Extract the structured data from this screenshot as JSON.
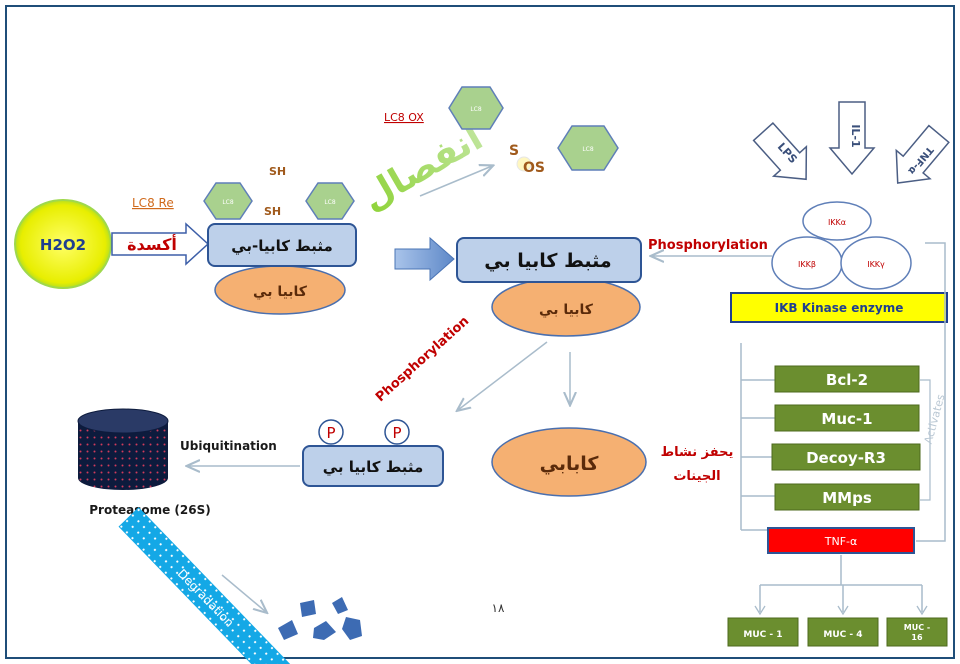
{
  "slide_number": "١٨",
  "h2o2": "H2O2",
  "oxidation": "أكسدة",
  "lc8_re": "LC8 Re",
  "lc8": "LC8",
  "sh": "SH",
  "sh_2": "SH",
  "stabilizer_label_left": "مثبط كابيا-بي",
  "kappa_b": "كابيا بي",
  "separation": "انفصال",
  "lc8_ox": "LC8 OX",
  "s_letter": "S",
  "os_letters": "OS",
  "stabilizer_center": "مثبط كابيا بي",
  "kappa_b_center": "كابيا بي",
  "phosphorylation": "Phosphorylation",
  "stimuli": [
    "LPS",
    "IL-1",
    "TNF-α"
  ],
  "ikk_a": "IKKα",
  "ikk_b": "IKKβ",
  "ikk_g": "IKKγ",
  "ikb_kinase": "IKB Kinase  enzyme",
  "phosphorylation_diagonal": "Phosphorylation",
  "p": "P",
  "p_2": "P",
  "stabilizer_phos": "مثبط كابيا بي",
  "ubiquitination": "Ubiquitination",
  "proteasome": "Proteasome (26S)",
  "degradation": "Degradation",
  "kappa_b_free": "كابابي",
  "activates_genes_line1": "يحفز نشاط",
  "activates_genes_line2": "الجينات",
  "genes": [
    "Bcl-2",
    "Muc-1",
    "Decoy-R3",
    "MMps"
  ],
  "tnf": "TNF-α",
  "activates": "Activates",
  "muc_products": [
    "MUC - 1",
    "MUC - 4",
    "MUC -\n16"
  ]
}
